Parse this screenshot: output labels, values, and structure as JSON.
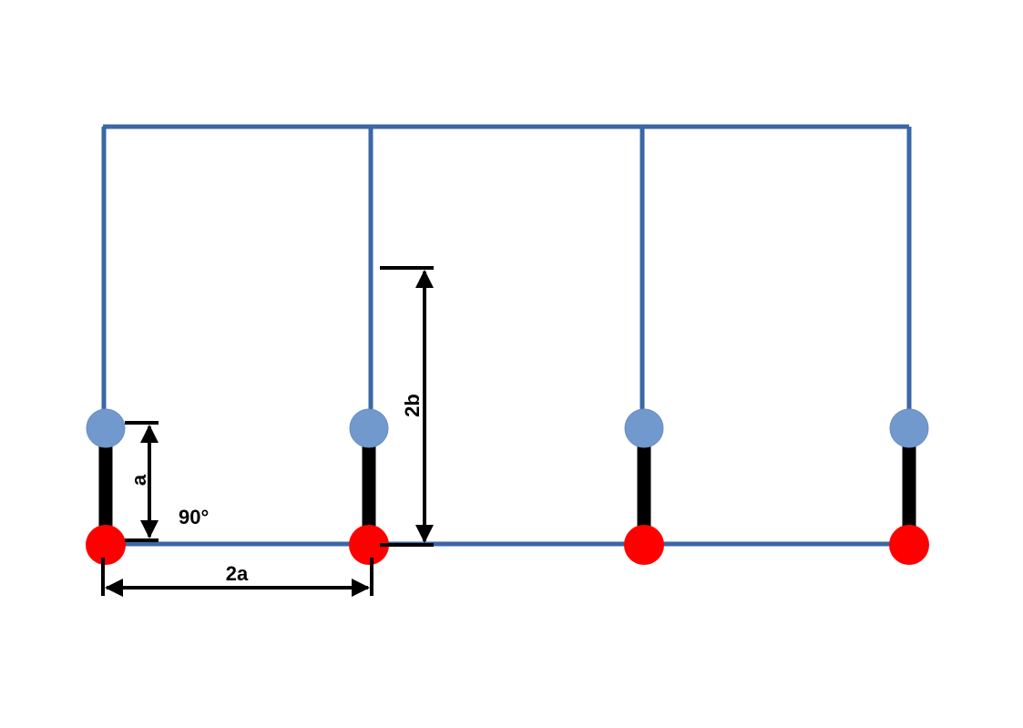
{
  "diagram": {
    "labels": {
      "a": "a",
      "two_a": "2a",
      "two_b": "2b",
      "angle": "90°"
    },
    "colors": {
      "frame": "#3a67a5",
      "upper_node": "#7199cd",
      "lower_node": "#ff0000",
      "link": "#000000",
      "dimension": "#000000",
      "background": "#ffffff"
    },
    "unit_count": 4
  }
}
